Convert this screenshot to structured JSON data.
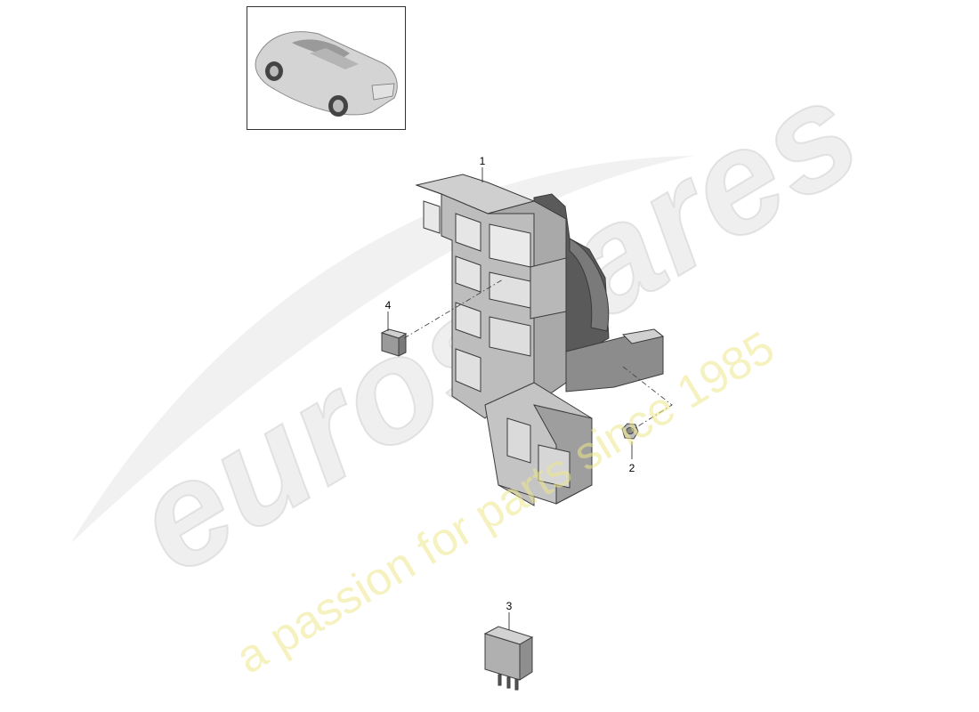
{
  "watermark": {
    "brand": "eurospares",
    "tagline": "a passion for parts since 1985"
  },
  "thumbnail": {
    "icon": "convertible-car-icon"
  },
  "parts": [
    {
      "number": "1",
      "icon": "fuse-box-icon"
    },
    {
      "number": "2",
      "icon": "hex-nut-icon"
    },
    {
      "number": "3",
      "icon": "relay-icon"
    },
    {
      "number": "4",
      "icon": "blade-fuse-icon"
    }
  ]
}
